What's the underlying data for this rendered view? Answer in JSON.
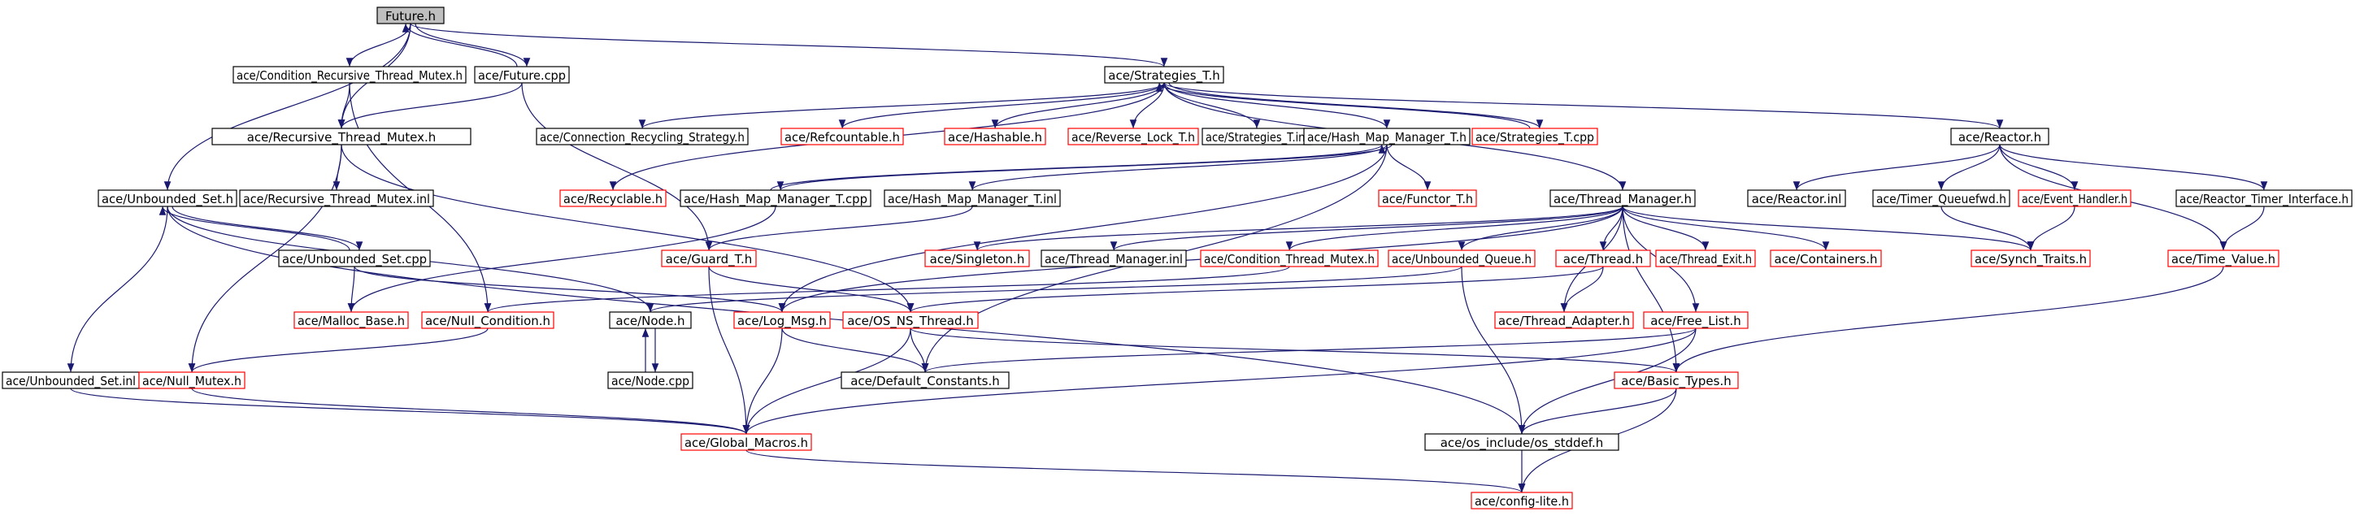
{
  "colors": {
    "edge": "#191970",
    "node_border_black": "#000000",
    "node_border_red": "#ff0000",
    "root_fill": "#bfbfbf"
  },
  "nodes": [
    {
      "id": "future_h",
      "label": "Future.h",
      "color": "gray"
    },
    {
      "id": "cond_rec",
      "label": "ace/Condition_Recursive_Thread_Mutex.h",
      "color": "black"
    },
    {
      "id": "future_cpp",
      "label": "ace/Future.cpp",
      "color": "black"
    },
    {
      "id": "strategies_t_h",
      "label": "ace/Strategies_T.h",
      "color": "black"
    },
    {
      "id": "rec_mutex_h",
      "label": "ace/Recursive_Thread_Mutex.h",
      "color": "black"
    },
    {
      "id": "conn_recycling",
      "label": "ace/Connection_Recycling_Strategy.h",
      "color": "black"
    },
    {
      "id": "refcountable",
      "label": "ace/Refcountable.h",
      "color": "red"
    },
    {
      "id": "hashable",
      "label": "ace/Hashable.h",
      "color": "red"
    },
    {
      "id": "reverse_lock",
      "label": "ace/Reverse_Lock_T.h",
      "color": "red"
    },
    {
      "id": "strategies_inl",
      "label": "ace/Strategies_T.inl",
      "color": "black"
    },
    {
      "id": "hash_map_h",
      "label": "ace/Hash_Map_Manager_T.h",
      "color": "black"
    },
    {
      "id": "strategies_cpp",
      "label": "ace/Strategies_T.cpp",
      "color": "red"
    },
    {
      "id": "reactor_h",
      "label": "ace/Reactor.h",
      "color": "black"
    },
    {
      "id": "unbounded_set_h",
      "label": "ace/Unbounded_Set.h",
      "color": "black"
    },
    {
      "id": "rec_mutex_inl",
      "label": "ace/Recursive_Thread_Mutex.inl",
      "color": "black"
    },
    {
      "id": "recyclable",
      "label": "ace/Recyclable.h",
      "color": "red"
    },
    {
      "id": "hash_map_cpp",
      "label": "ace/Hash_Map_Manager_T.cpp",
      "color": "black"
    },
    {
      "id": "hash_map_inl",
      "label": "ace/Hash_Map_Manager_T.inl",
      "color": "black"
    },
    {
      "id": "functor_t",
      "label": "ace/Functor_T.h",
      "color": "red"
    },
    {
      "id": "thread_manager_h",
      "label": "ace/Thread_Manager.h",
      "color": "black"
    },
    {
      "id": "reactor_inl",
      "label": "ace/Reactor.inl",
      "color": "black"
    },
    {
      "id": "timer_queuefwd",
      "label": "ace/Timer_Queuefwd.h",
      "color": "black"
    },
    {
      "id": "event_handler",
      "label": "ace/Event_Handler.h",
      "color": "red"
    },
    {
      "id": "reactor_timer",
      "label": "ace/Reactor_Timer_Interface.h",
      "color": "black"
    },
    {
      "id": "unbounded_set_cpp",
      "label": "ace/Unbounded_Set.cpp",
      "color": "black"
    },
    {
      "id": "guard_t",
      "label": "ace/Guard_T.h",
      "color": "red"
    },
    {
      "id": "singleton",
      "label": "ace/Singleton.h",
      "color": "red"
    },
    {
      "id": "thread_manager_inl",
      "label": "ace/Thread_Manager.inl",
      "color": "black"
    },
    {
      "id": "cond_thread_mutex",
      "label": "ace/Condition_Thread_Mutex.h",
      "color": "red"
    },
    {
      "id": "unbounded_queue",
      "label": "ace/Unbounded_Queue.h",
      "color": "red"
    },
    {
      "id": "thread_h",
      "label": "ace/Thread.h",
      "color": "red"
    },
    {
      "id": "thread_exit",
      "label": "ace/Thread_Exit.h",
      "color": "red"
    },
    {
      "id": "containers",
      "label": "ace/Containers.h",
      "color": "red"
    },
    {
      "id": "synch_traits",
      "label": "ace/Synch_Traits.h",
      "color": "red"
    },
    {
      "id": "time_value",
      "label": "ace/Time_Value.h",
      "color": "red"
    },
    {
      "id": "malloc_base",
      "label": "ace/Malloc_Base.h",
      "color": "red"
    },
    {
      "id": "null_condition",
      "label": "ace/Null_Condition.h",
      "color": "red"
    },
    {
      "id": "node_h",
      "label": "ace/Node.h",
      "color": "black"
    },
    {
      "id": "log_msg",
      "label": "ace/Log_Msg.h",
      "color": "red"
    },
    {
      "id": "os_ns_thread",
      "label": "ace/OS_NS_Thread.h",
      "color": "red"
    },
    {
      "id": "thread_adapter",
      "label": "ace/Thread_Adapter.h",
      "color": "red"
    },
    {
      "id": "free_list",
      "label": "ace/Free_List.h",
      "color": "red"
    },
    {
      "id": "unbounded_set_inl",
      "label": "ace/Unbounded_Set.inl",
      "color": "black"
    },
    {
      "id": "null_mutex",
      "label": "ace/Null_Mutex.h",
      "color": "red"
    },
    {
      "id": "node_cpp",
      "label": "ace/Node.cpp",
      "color": "black"
    },
    {
      "id": "default_constants",
      "label": "ace/Default_Constants.h",
      "color": "black"
    },
    {
      "id": "basic_types",
      "label": "ace/Basic_Types.h",
      "color": "red"
    },
    {
      "id": "global_macros",
      "label": "ace/Global_Macros.h",
      "color": "red"
    },
    {
      "id": "os_stddef",
      "label": "ace/os_include/os_stddef.h",
      "color": "black"
    },
    {
      "id": "config_lite",
      "label": "ace/config-lite.h",
      "color": "red"
    }
  ],
  "edges": [
    [
      "future_h",
      "cond_rec"
    ],
    [
      "future_h",
      "future_cpp"
    ],
    [
      "future_h",
      "strategies_t_h"
    ],
    [
      "future_h",
      "rec_mutex_h"
    ],
    [
      "future_h",
      "unbounded_set_h"
    ],
    [
      "future_cpp",
      "future_h"
    ],
    [
      "future_cpp",
      "rec_mutex_h"
    ],
    [
      "future_cpp",
      "guard_t"
    ],
    [
      "cond_rec",
      "rec_mutex_h"
    ],
    [
      "cond_rec",
      "null_condition"
    ],
    [
      "strategies_t_h",
      "conn_recycling"
    ],
    [
      "strategies_t_h",
      "refcountable"
    ],
    [
      "strategies_t_h",
      "hashable"
    ],
    [
      "strategies_t_h",
      "reverse_lock"
    ],
    [
      "strategies_t_h",
      "strategies_inl"
    ],
    [
      "strategies_t_h",
      "hash_map_h"
    ],
    [
      "strategies_t_h",
      "strategies_cpp"
    ],
    [
      "strategies_t_h",
      "reactor_h"
    ],
    [
      "strategies_t_h",
      "recyclable"
    ],
    [
      "strategies_t_h",
      "thread_manager_h"
    ],
    [
      "strategies_cpp",
      "strategies_t_h"
    ],
    [
      "rec_mutex_h",
      "rec_mutex_inl"
    ],
    [
      "rec_mutex_h",
      "os_ns_thread"
    ],
    [
      "rec_mutex_h",
      "null_mutex"
    ],
    [
      "hash_map_h",
      "hash_map_cpp"
    ],
    [
      "hash_map_h",
      "hash_map_inl"
    ],
    [
      "hash_map_h",
      "functor_t"
    ],
    [
      "hash_map_h",
      "default_constants"
    ],
    [
      "hash_map_h",
      "log_msg"
    ],
    [
      "hash_map_cpp",
      "hash_map_h"
    ],
    [
      "hash_map_cpp",
      "malloc_base"
    ],
    [
      "hash_map_inl",
      "guard_t"
    ],
    [
      "reactor_h",
      "reactor_inl"
    ],
    [
      "reactor_h",
      "timer_queuefwd"
    ],
    [
      "reactor_h",
      "event_handler"
    ],
    [
      "reactor_h",
      "reactor_timer"
    ],
    [
      "reactor_h",
      "time_value"
    ],
    [
      "timer_queuefwd",
      "synch_traits"
    ],
    [
      "event_handler",
      "synch_traits"
    ],
    [
      "reactor_timer",
      "time_value"
    ],
    [
      "time_value",
      "basic_types"
    ],
    [
      "thread_manager_h",
      "singleton"
    ],
    [
      "thread_manager_h",
      "thread_manager_inl"
    ],
    [
      "thread_manager_h",
      "cond_thread_mutex"
    ],
    [
      "thread_manager_h",
      "unbounded_queue"
    ],
    [
      "thread_manager_h",
      "thread_h"
    ],
    [
      "thread_manager_h",
      "thread_exit"
    ],
    [
      "thread_manager_h",
      "containers"
    ],
    [
      "thread_manager_h",
      "synch_traits"
    ],
    [
      "thread_manager_h",
      "free_list"
    ],
    [
      "thread_manager_h",
      "thread_adapter"
    ],
    [
      "thread_manager_h",
      "basic_types"
    ],
    [
      "thread_manager_h",
      "log_msg"
    ],
    [
      "unbounded_set_h",
      "unbounded_set_cpp"
    ],
    [
      "unbounded_set_h",
      "unbounded_set_inl"
    ],
    [
      "unbounded_set_h",
      "node_h"
    ],
    [
      "unbounded_set_h",
      "os_stddef"
    ],
    [
      "unbounded_set_cpp",
      "unbounded_set_h"
    ],
    [
      "unbounded_set_cpp",
      "malloc_base"
    ],
    [
      "unbounded_set_cpp",
      "log_msg"
    ],
    [
      "guard_t",
      "os_ns_thread"
    ],
    [
      "guard_t",
      "global_macros"
    ],
    [
      "cond_thread_mutex",
      "null_condition"
    ],
    [
      "unbounded_queue",
      "node_h"
    ],
    [
      "unbounded_queue",
      "os_stddef"
    ],
    [
      "thread_h",
      "thread_adapter"
    ],
    [
      "thread_h",
      "os_ns_thread"
    ],
    [
      "free_list",
      "default_constants"
    ],
    [
      "free_list",
      "global_macros"
    ],
    [
      "free_list",
      "os_stddef"
    ],
    [
      "null_condition",
      "null_mutex"
    ],
    [
      "node_h",
      "node_cpp"
    ],
    [
      "node_cpp",
      "node_h"
    ],
    [
      "log_msg",
      "default_constants"
    ],
    [
      "log_msg",
      "global_macros"
    ],
    [
      "os_ns_thread",
      "default_constants"
    ],
    [
      "os_ns_thread",
      "global_macros"
    ],
    [
      "os_ns_thread",
      "basic_types"
    ],
    [
      "unbounded_set_inl",
      "global_macros"
    ],
    [
      "null_mutex",
      "global_macros"
    ],
    [
      "basic_types",
      "os_stddef"
    ],
    [
      "basic_types",
      "config_lite"
    ],
    [
      "global_macros",
      "config_lite"
    ],
    [
      "os_stddef",
      "config_lite"
    ]
  ]
}
